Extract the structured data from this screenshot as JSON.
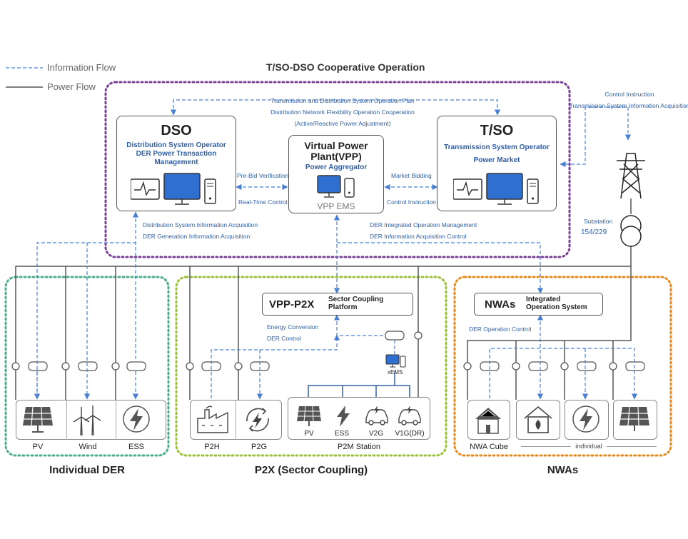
{
  "legend": {
    "info_flow": "Information Flow",
    "power_flow": "Power Flow"
  },
  "main_title": "T/SO-DSO Cooperative Operation",
  "top_annotations": {
    "line1": "Transmission and Distribution System Operation Plan",
    "line2": "Distribution Network Flexibility Operation Cooperation",
    "line3": "(Active/Reactive Power Adjustment)"
  },
  "right_annotations": {
    "line1": "Control Instruction",
    "line2": "Transmission System Information Acquisition"
  },
  "dso": {
    "title": "DSO",
    "line1": "Distribution System Operator",
    "line2": "DER Power Transaction",
    "line3": "Management"
  },
  "vpp": {
    "title1": "Virtual Power",
    "title2": "Plant(VPP)",
    "subtitle": "Power Aggregator",
    "ems": "VPP EMS"
  },
  "tso": {
    "title": "T/SO",
    "line1": "Transmission System Operator",
    "line2": "Power Market"
  },
  "dso_vpp": {
    "top": "Pre-Bid Verification",
    "bottom": "Real-Time Control"
  },
  "vpp_tso": {
    "top": "Market Bidding",
    "bottom": "Control Instruction"
  },
  "substation": {
    "label": "Substation",
    "value": "154/229"
  },
  "below_dso": {
    "line1": "Distribution System Information Acquisition",
    "line2": "DER Generation Information Acquisition"
  },
  "below_vpp": {
    "line1": "DER Integrated Operation Management",
    "line2": "DER Information Acquisition Control"
  },
  "p2x_platform": {
    "title": "VPP-P2X",
    "line1": "Sector Coupling",
    "line2": "Platform"
  },
  "p2x_notes": {
    "line1": "Energy Conversion",
    "line2": "DER Control"
  },
  "xems": "xEMS",
  "nwas_system": {
    "title": "NWAs",
    "line1": "Integrated",
    "line2": "Operation System"
  },
  "nwas_note": "DER Operation Control",
  "individual_der": {
    "title": "Individual DER",
    "items": [
      "PV",
      "Wind",
      "ESS"
    ]
  },
  "p2x": {
    "title": "P2X (Sector Coupling)",
    "p2h": "P2H",
    "p2g": "P2G",
    "station_items": [
      "PV",
      "ESS",
      "V2G",
      "V1G(DR)"
    ],
    "station_label": "P2M Station"
  },
  "nwas": {
    "title": "NWAs",
    "cube": "NWA Cube",
    "individual": "individual"
  },
  "colors": {
    "purple": "#7b3f98",
    "green": "#4caf8a",
    "lime": "#9cc13a",
    "orange": "#e68a1f",
    "blue": "#2f5fa8",
    "dash": "#4a7fcf"
  }
}
